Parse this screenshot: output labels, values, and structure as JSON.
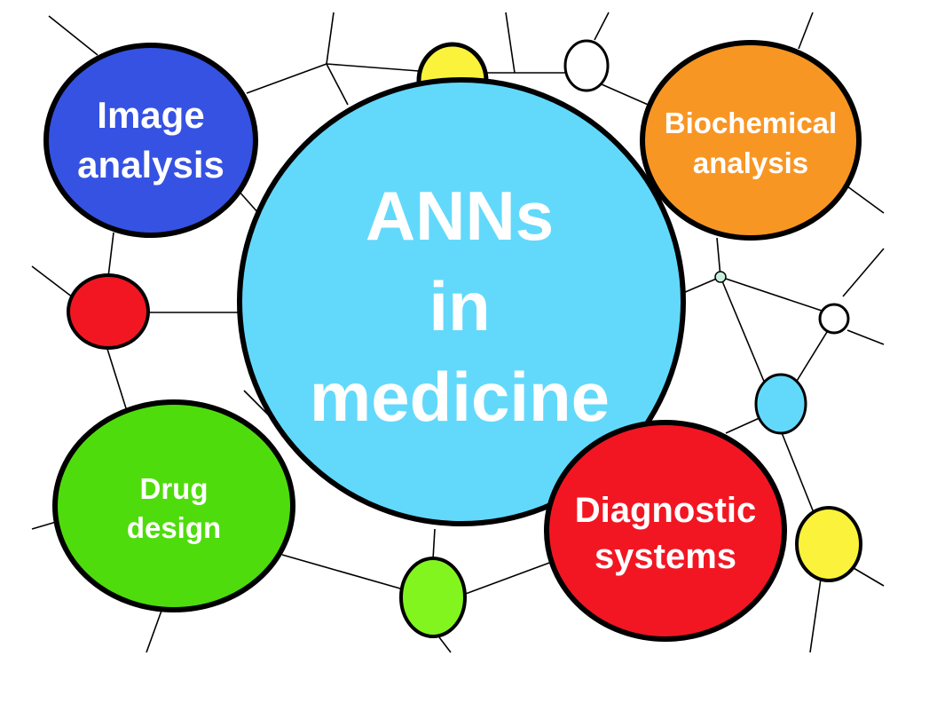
{
  "diagram": {
    "center": {
      "lines": [
        "ANNs",
        "in",
        "medicine"
      ],
      "color": "#62d9fb"
    },
    "topics": [
      {
        "id": "image-analysis",
        "lines": [
          "Image",
          "analysis"
        ],
        "color": "#3552e3"
      },
      {
        "id": "biochemical-analysis",
        "lines": [
          "Biochemical",
          "analysis"
        ],
        "color": "#f89624"
      },
      {
        "id": "drug-design",
        "lines": [
          "Drug",
          "design"
        ],
        "color": "#4fdc0d"
      },
      {
        "id": "diagnostic-systems",
        "lines": [
          "Diagnostic",
          "systems"
        ],
        "color": "#f21623"
      }
    ],
    "small_nodes": [
      {
        "id": "yellow-top",
        "color": "#fbf33b"
      },
      {
        "id": "white-top",
        "color": "#ffffff"
      },
      {
        "id": "red-left",
        "color": "#f21623"
      },
      {
        "id": "white-right",
        "color": "#ffffff"
      },
      {
        "id": "tiny-right",
        "color": "#c9f0df"
      },
      {
        "id": "blue-right",
        "color": "#62d9fb"
      },
      {
        "id": "yellow-right",
        "color": "#fbf33b"
      },
      {
        "id": "green-bottom",
        "color": "#82f51f"
      }
    ]
  }
}
